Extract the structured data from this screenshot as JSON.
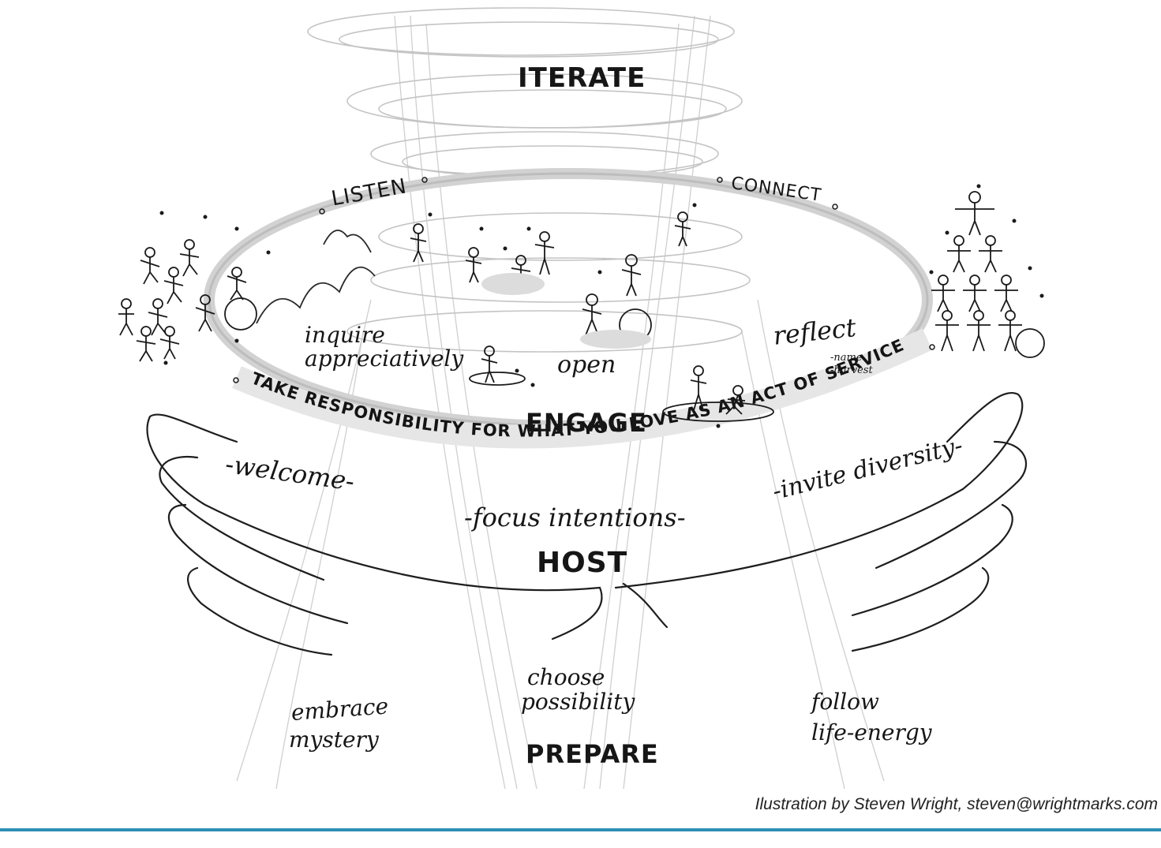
{
  "diagram": {
    "iterate": "ITERATE",
    "listen": "LISTEN",
    "connect": "CONNECT",
    "inquire": "inquire appreciatively",
    "open": "open",
    "reflect": "reflect",
    "reflect_name": "-name",
    "reflect_harvest": "-harvest",
    "engage": "ENGAGE",
    "take_responsibility": "TAKE RESPONSIBILITY FOR WHAT YOU LOVE AS AN ACT OF SERVICE",
    "welcome": "-welcome-",
    "focus": "-focus  intentions-",
    "invite": "-invite diversity-",
    "host": "HOST",
    "choose": "choose",
    "possibility": "possibility",
    "embrace": "embrace",
    "mystery": "mystery",
    "prepare": "PREPARE",
    "follow": "follow",
    "life_energy": "life-energy"
  },
  "footer": {
    "caption": "Ilustration by Steven Wright, steven@wrightmarks.com",
    "rule_color": "#2e8fb5"
  }
}
